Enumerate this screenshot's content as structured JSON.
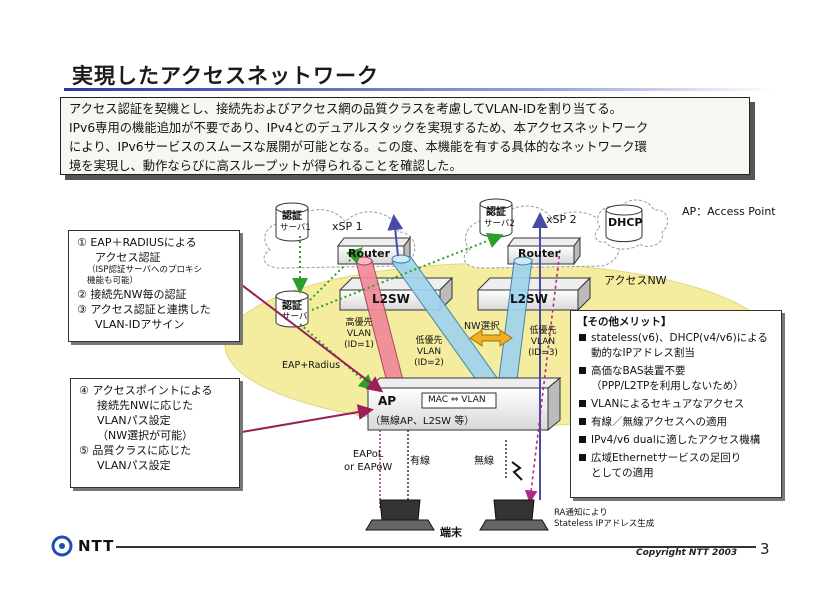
{
  "title": "実現したアクセスネットワーク",
  "summary": {
    "lines": [
      "アクセス認証を契機とし、接続先およびアクセス網の品質クラスを考慮してVLAN-IDを割り当てる。",
      "IPv6専用の機能追加が不要であり、IPv4とのデュアルスタックを実現するため、本アクセスネットワーク",
      "により、IPv6サービスのスムースな展開が可能となる。この度、本機能を有する具体的なネットワーク環",
      "境を実現し、動作ならびに高スループットが得られることを確認した。"
    ]
  },
  "legend_note": "AP：Access Point",
  "left_box1": {
    "l1": "① EAP＋RADIUSによる",
    "l2": "アクセス認証",
    "s1": "（ISP認証サーバへのプロキシ",
    "s2": "機能も可能）",
    "l3": "② 接続先NW毎の認証",
    "l4": "③ アクセス認証と連携した",
    "l5": "VLAN-IDアサイン"
  },
  "left_box2": {
    "l1": "④ アクセスポイントによる",
    "l2": "接続先NWに応じた",
    "l3": "VLANパス設定",
    "l4": "（NW選択が可能）",
    "l5": "⑤ 品質クラスに応じた",
    "l6": "VLANパス設定"
  },
  "merits": {
    "header": "【その他メリット】",
    "i1a": "stateless(v6)、DHCP(v4/v6)による",
    "i1b": "動的なIPアドレス割当",
    "i2a": "高価なBAS装置不要",
    "i2b": "（PPP/L2TPを利用しないため）",
    "i3": "VLANによるセキュアなアクセス",
    "i4": "有線／無線アクセスへの適用",
    "i5": "IPv4/v6 dualに適したアクセス機構",
    "i6a": "広域Ethernetサービスの足回り",
    "i6b": "としての適用"
  },
  "diagram": {
    "auth1_a": "認証",
    "auth1_b": "サーバ1",
    "auth2_a": "認証",
    "auth2_b": "サーバ2",
    "auth_local_a": "認証",
    "auth_local_b": "サーバ",
    "dhcp": "DHCP",
    "xsp1": "xSP 1",
    "xsp2": "xSP 2",
    "router1": "Router",
    "router2": "Router",
    "l2sw1": "L2SW",
    "l2sw2": "L2SW",
    "access_nw": "アクセスNW",
    "vlan_hi_a": "高優先",
    "vlan_hi_b": "VLAN",
    "vlan_hi_c": "(ID=1)",
    "vlan_lo1_a": "低優先",
    "vlan_lo1_b": "VLAN",
    "vlan_lo1_c": "(ID=2)",
    "vlan_lo2_a": "低優先",
    "vlan_lo2_b": "VLAN",
    "vlan_lo2_c": "(ID=3)",
    "nw_select": "NW選択",
    "eap_radius": "EAP+Radius",
    "ap_title": "AP",
    "ap_sub": "（無線AP、L2SW 等）",
    "mac_vlan": "MAC ⇔ VLAN",
    "eapol_a": "EAPoL",
    "eapol_b": "or EAPoW",
    "wired": "有線",
    "wireless": "無線",
    "terminal": "端末",
    "ra_a": "RA通知により",
    "ra_b": "Stateless IPアドレス生成"
  },
  "footer": {
    "logo_text": "NTT",
    "copyright": "Copyright NTT 2003",
    "page": "3"
  },
  "colors": {
    "title_rule": "#2a3a9a",
    "access_nw_fill": "#f4eda0",
    "high_vlan": "#f08a9a",
    "low_vlan": "#9fd4ee",
    "auth_path": "#2aa02a",
    "eap_path": "#9a1f5a",
    "ra_path": "#b02a8a",
    "logo": "#1f4fb0"
  }
}
